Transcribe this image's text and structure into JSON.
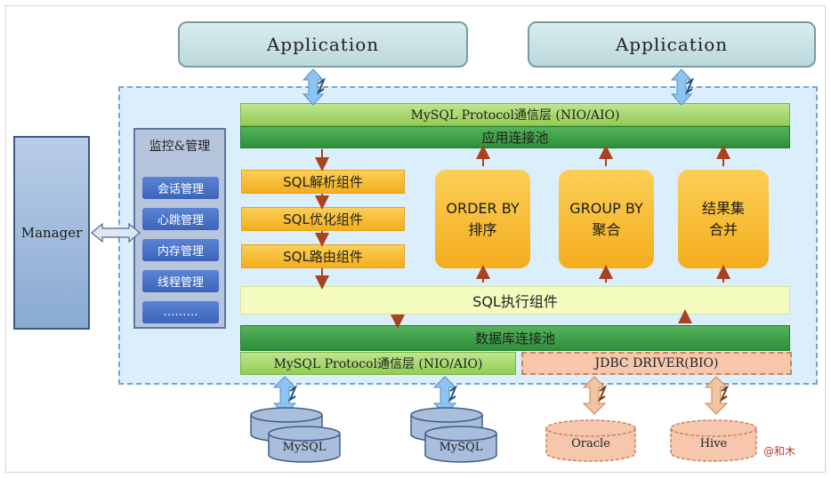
{
  "applications": [
    "Application",
    "Application"
  ],
  "manager": "Manager",
  "monitor": {
    "title": "监控&管理",
    "items": [
      "会话管理",
      "心跳管理",
      "内存管理",
      "线程管理",
      "………"
    ]
  },
  "layers": {
    "protocol_top": "MySQL Protocol通信层 (NIO/AIO)",
    "app_pool": "应用连接池",
    "sql_exec": "SQL执行组件",
    "db_pool": "数据库连接池",
    "protocol_bottom": "MySQL Protocol通信层 (NIO/AIO)",
    "jdbc": "JDBC DRIVER(BIO)"
  },
  "sql_components": [
    "SQL解析组件",
    "SQL优化组件",
    "SQL路由组件"
  ],
  "operators": {
    "order": [
      "ORDER BY",
      "排序"
    ],
    "group": [
      "GROUP BY",
      "聚合"
    ],
    "merge": [
      "结果集",
      "合并"
    ]
  },
  "databases": [
    "MySQL",
    "MySQL",
    "Oracle",
    "Hive"
  ],
  "watermark": "@和木",
  "colors": {
    "mysql_cylinder": "#a9bddc",
    "other_cylinder": "#f6c7ad",
    "arrow_blue": "#8dc4f2",
    "arrow_orange": "#f2c59e",
    "arrow_red": "#a8431f"
  }
}
